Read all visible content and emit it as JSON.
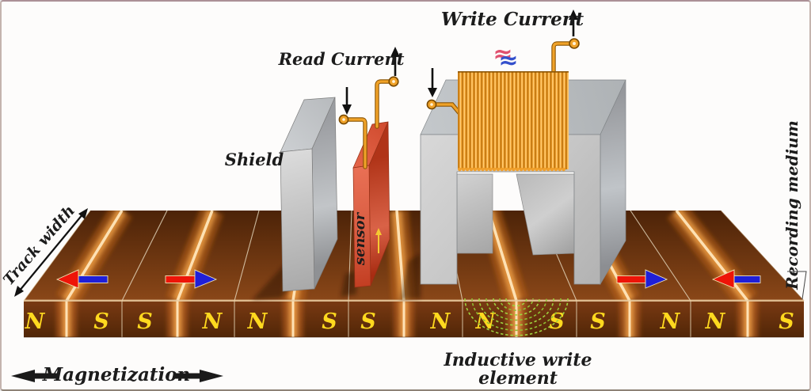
{
  "labels": {
    "write_current": "Write Current",
    "read_current": "Read Current",
    "shield": "Shield",
    "sensor": "sensor",
    "track_width": "Track width",
    "recording_medium": "Recording medium",
    "magnetization": "Magnetization",
    "inductive_write_line1": "Inductive write",
    "inductive_write_line2": "element"
  },
  "symbols": {
    "ac_wave": "≈"
  },
  "medium": {
    "pole_labels": [
      "N",
      "S",
      "S",
      "N",
      "N",
      "S",
      "S",
      "N",
      "N",
      "S",
      "S",
      "N",
      "N",
      "S"
    ]
  },
  "colors": {
    "medium_brown": "#6b3310",
    "medium_dark": "#4c2308",
    "transition_glow": "#ffe6ba",
    "coil_orange": "#f2a02a",
    "wire_orange": "#f0a228",
    "sensor_red": "#d85c41",
    "shield_gray": "#c6c6c6",
    "pole_letter_yellow": "#ffd91f",
    "field_line_green": "#8fbe33",
    "magnetization_red": "#ee1408",
    "magnetization_blue": "#1f1fd8"
  }
}
